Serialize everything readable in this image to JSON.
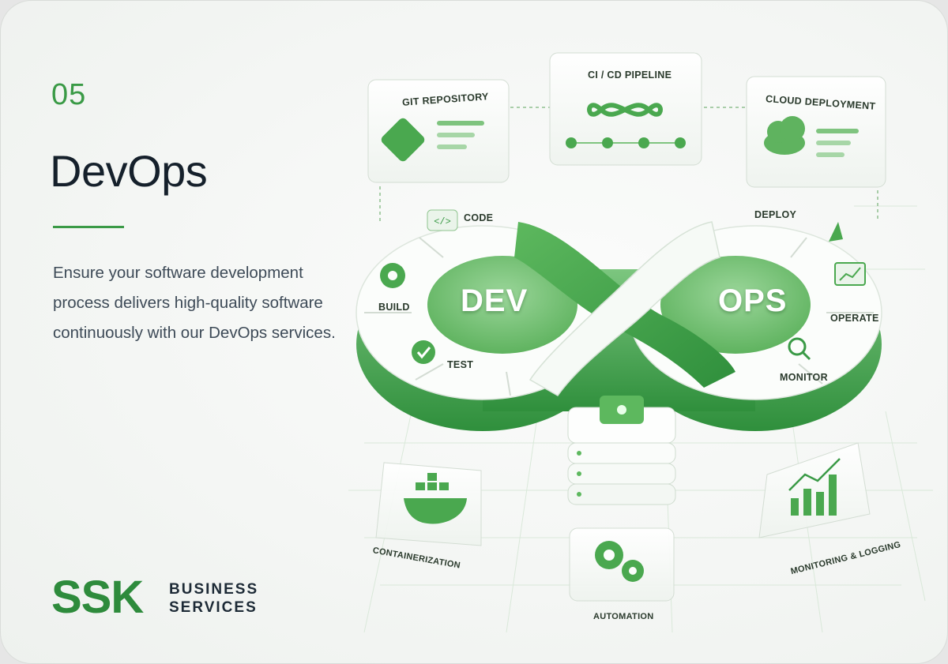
{
  "slide": {
    "number": "05",
    "title": "DevOps",
    "description": "Ensure your software development process delivers high-quality software continuously with our DevOps services."
  },
  "brand": {
    "logo_text": "SSK",
    "line1": "BUSINESS",
    "line2": "SERVICES"
  },
  "diagram": {
    "center_left": "DEV",
    "center_right": "OPS",
    "top_panels": [
      "GIT REPOSITORY",
      "CI / CD PIPELINE",
      "CLOUD DEPLOYMENT"
    ],
    "stages": {
      "code": "CODE",
      "build": "BUILD",
      "test": "TEST",
      "deploy": "DEPLOY",
      "operate": "OPERATE",
      "monitor": "MONITOR"
    },
    "bottom_panels": [
      "CONTAINERIZATION",
      "AUTOMATION",
      "MONITORING & LOGGING"
    ]
  },
  "colors": {
    "accent": "#3a9a46",
    "accent_dark": "#2e8b3c",
    "light_green": "#8fd08f",
    "text_dark": "#15202b",
    "text_body": "#3d4a57"
  }
}
